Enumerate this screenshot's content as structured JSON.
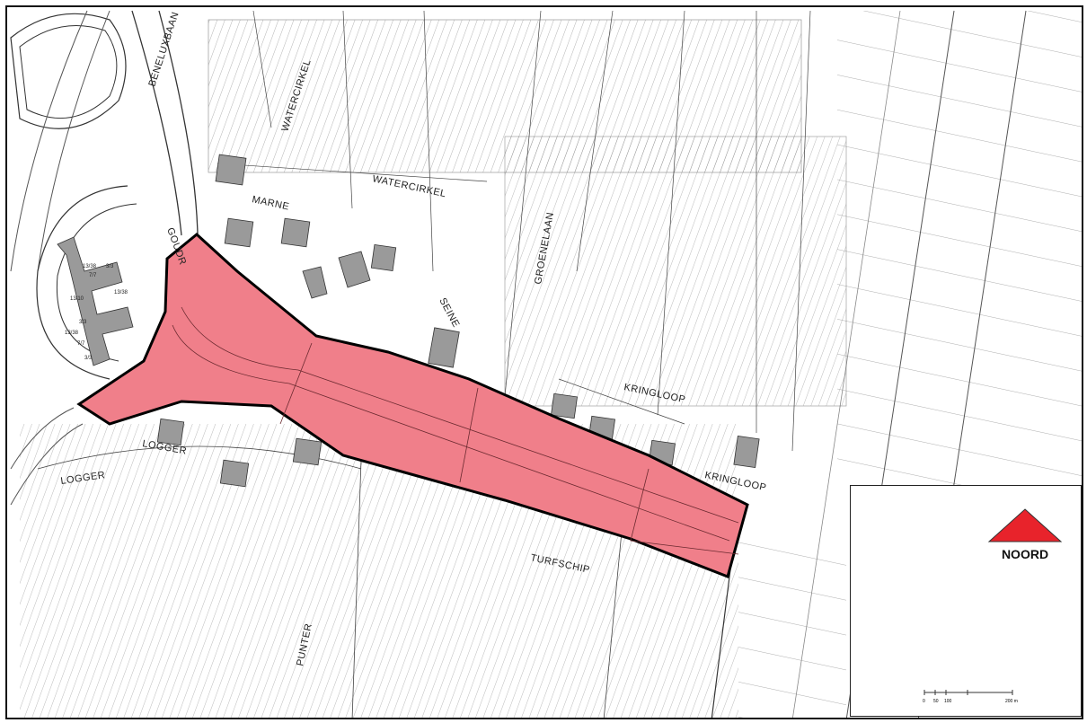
{
  "map": {
    "street_labels": {
      "beneluxbaan": "BENELUXBAAN",
      "watercirkel_1": "WATERCIRKEL",
      "watercirkel_2": "WATERCIRKEL",
      "marne": "MARNE",
      "goudriaan": "GOUDR",
      "seine": "SEINE",
      "groenelaan": "GROENELAAN",
      "kringloop_1": "KRINGLOOP",
      "kringloop_2": "KRINGLOOP",
      "logger_1": "LOGGER",
      "logger_2": "LOGGER",
      "turfschip": "TURFSCHIP",
      "punter": "PUNTER"
    },
    "building_labels": [
      "13/38",
      "7/7",
      "3/3",
      "13/38",
      "13/10",
      "3/3",
      "13/38",
      "7/7",
      "3/3"
    ],
    "plan_area_color": "#f07f8a",
    "plan_area_outline": "#000000"
  },
  "legend": {
    "north_label": "NOORD",
    "north_arrow_color": "#e8232b",
    "scale_ticks": [
      "0",
      "50",
      "100",
      "",
      "200 m"
    ]
  }
}
